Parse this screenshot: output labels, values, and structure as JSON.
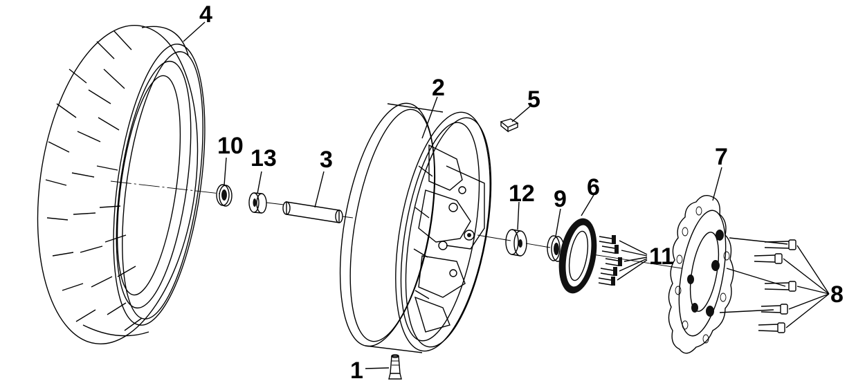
{
  "diagram": {
    "kind": "exploded-parts-view",
    "colors": {
      "line": "#000000",
      "background": "#ffffff"
    },
    "callouts": [
      {
        "id": "1",
        "label": "1",
        "part": "valve-stem"
      },
      {
        "id": "2",
        "label": "2",
        "part": "wheel-rim"
      },
      {
        "id": "3",
        "label": "3",
        "part": "axle-spacer"
      },
      {
        "id": "4",
        "label": "4",
        "part": "tire"
      },
      {
        "id": "5",
        "label": "5",
        "part": "balance-weight"
      },
      {
        "id": "6",
        "label": "6",
        "part": "sprocket-plate"
      },
      {
        "id": "7",
        "label": "7",
        "part": "brake-disc"
      },
      {
        "id": "8",
        "label": "8",
        "part": "disc-bolts"
      },
      {
        "id": "9",
        "label": "9",
        "part": "oil-seal"
      },
      {
        "id": "10",
        "label": "10",
        "part": "oil-seal-left"
      },
      {
        "id": "11",
        "label": "11",
        "part": "plate-bolts"
      },
      {
        "id": "12",
        "label": "12",
        "part": "collar"
      },
      {
        "id": "13",
        "label": "13",
        "part": "bearing"
      }
    ]
  }
}
